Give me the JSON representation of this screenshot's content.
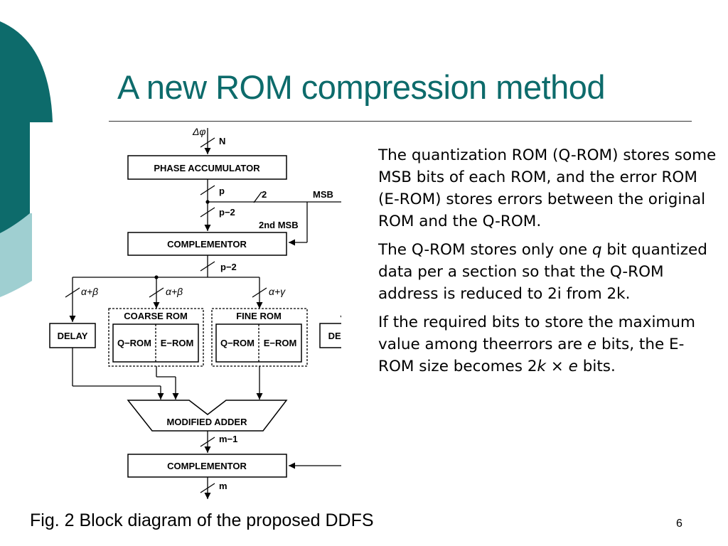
{
  "slide": {
    "title": "A new ROM compression method",
    "caption": "Fig. 2 Block diagram of the proposed DDFS",
    "page_number": "6",
    "colors": {
      "title": "#0d6b6b",
      "decor_dark": "#0d6b6b",
      "decor_light": "#9fcfd1"
    }
  },
  "diagram": {
    "blocks": {
      "phase_accumulator": "PHASE ACCUMULATOR",
      "complementor_top": "COMPLEMENTOR",
      "delay_left": "DELAY",
      "delay_right": "DELAY",
      "coarse_rom": "COARSE ROM",
      "fine_rom": "FINE ROM",
      "q_rom": "Q−ROM",
      "e_rom": "E−ROM",
      "modified_adder": "MODIFIED ADDER",
      "complementor_bottom": "COMPLEMENTOR"
    },
    "signals": {
      "input_phase": "Δφ",
      "n": "N",
      "p": "p",
      "p_minus_2": "p−2",
      "two": "2",
      "msb": "MSB",
      "second_msb": "2nd MSB",
      "alpha_beta": "α+β",
      "alpha_gamma": "α+γ",
      "m_minus_1": "m−1",
      "m": "m"
    }
  },
  "body": {
    "p1": "The quantization ROM (Q-ROM) stores some MSB bits of each ROM, and the error ROM (E-ROM) stores errors between the original ROM and the Q-ROM.",
    "p2_a": "The Q-ROM stores only one ",
    "p2_q": "q",
    "p2_b": " bit quantized data per a section so that the Q-ROM address is reduced to 2i from 2k.",
    "p3_a": "If the required bits to store the maximum value among theerrors are ",
    "p3_e1": "e",
    "p3_b": " bits, the E-ROM size becomes 2",
    "p3_k": "k",
    "p3_times": " × ",
    "p3_e2": "e",
    "p3_c": " bits."
  }
}
